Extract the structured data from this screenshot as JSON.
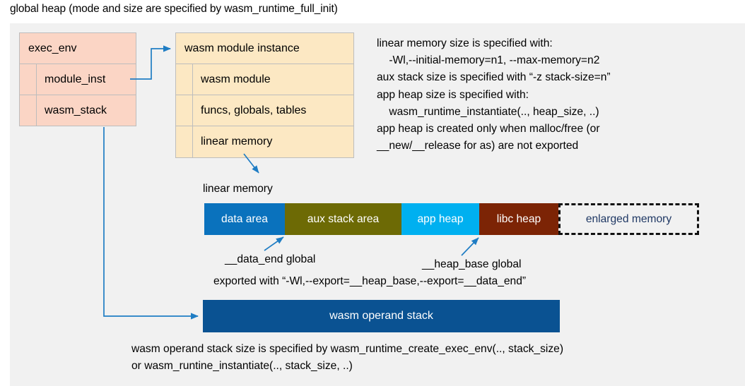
{
  "title": "global heap (mode and size are specified by wasm_runtime_full_init)",
  "exec_env": {
    "header": "exec_env",
    "rows": [
      {
        "label": "module_inst"
      },
      {
        "label": "wasm_stack"
      }
    ]
  },
  "module_instance": {
    "header": "wasm module instance",
    "rows": [
      {
        "label": "wasm module"
      },
      {
        "label": "funcs, globals, tables"
      },
      {
        "label": "linear memory"
      }
    ]
  },
  "notes": "linear memory size is specified with:\n    -Wl,--initial-memory=n1, --max-memory=n2\naux stack size is specified with “-z stack-size=n”\napp heap size is specified with:\n    wasm_runtime_instantiate(.., heap_size, ..)\napp heap is created only when malloc/free (or\n__new/__release for as) are not exported",
  "linear_memory": {
    "caption": "linear memory",
    "segments": [
      {
        "label": "data area",
        "color": "#0a72bd"
      },
      {
        "label": "aux stack area",
        "color": "#6d6a05"
      },
      {
        "label": "app heap",
        "color": "#00b0f0"
      },
      {
        "label": "libc heap",
        "color": "#7c2405"
      },
      {
        "label": "enlarged memory",
        "color": "#f1f1f1"
      }
    ]
  },
  "annotations": {
    "data_end": "__data_end global",
    "heap_base": "__heap_base global",
    "exported": "exported with “-Wl,--export=__heap_base,--export=__data_end”"
  },
  "operand_stack": {
    "label": "wasm operand stack",
    "note": "wasm operand stack size is specified by wasm_runtime_create_exec_env(.., stack_size)\nor wasm_runtine_instantiate(.., stack_size, ..)"
  },
  "colors": {
    "panel_background": "#f1f1f1",
    "exec_env_fill": "#fbd5c5",
    "module_instance_fill": "#fce8c3",
    "connector": "#1f7dc4",
    "operand_stack_fill": "#0a5292",
    "enlarged_text": "#1f3864"
  }
}
